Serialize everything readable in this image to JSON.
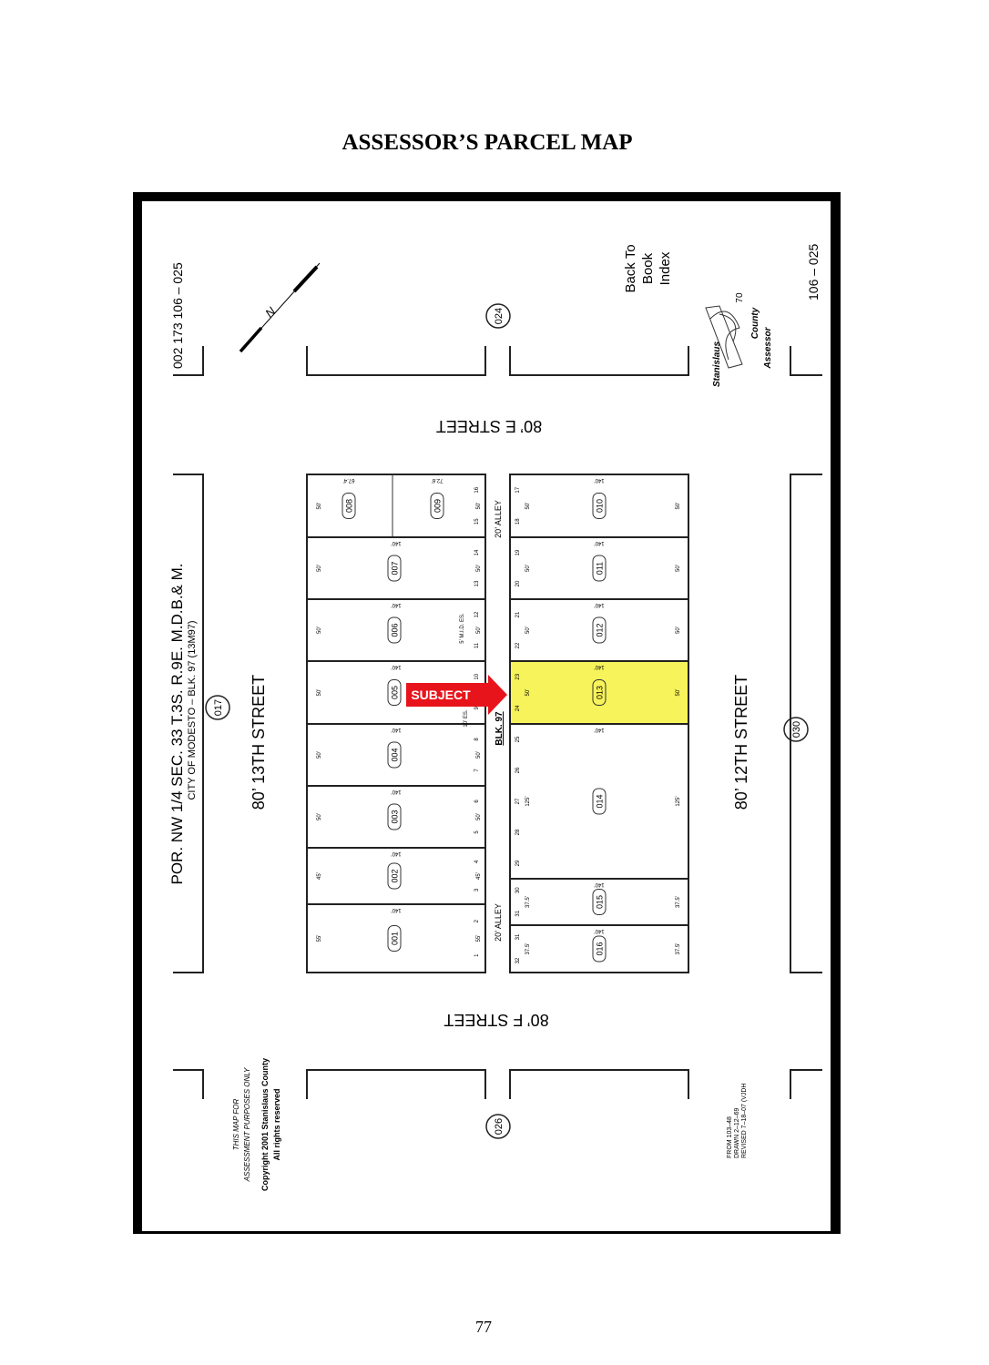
{
  "page": {
    "title": "ASSESSOR’S PARCEL MAP",
    "page_number": "77"
  },
  "map": {
    "book_page_left": "002 173    106  –  025",
    "book_page_right": "106  –  025",
    "legal_description": "POR.  NW 1/4  SEC.  33  T.3S.  R.9E.  M.D.B.& M.",
    "city_block": "CITY OF MODESTO  –  BLK. 97 (13M97)",
    "streets": {
      "north": "80’     13TH     STREET",
      "south": "80’     12TH     STREET",
      "east": "80’     E     STREET",
      "west": "80’     F     STREET"
    },
    "alley_top": "20’  ALLEY",
    "alley_bottom": "20’  ALLEY",
    "block_label": "BLK. 97",
    "easement_note_1": "5’ M.I.D. ES.",
    "easement_note_2": "10’ ES.",
    "adjacent_pages": {
      "top": "024",
      "left": "017",
      "right": "030",
      "bottom": "026"
    },
    "north_arrow_label": "N",
    "back_to_index": [
      "Back To",
      "Book",
      "Index"
    ],
    "logo": {
      "line1": "Stanislaus",
      "line2": "County",
      "line3": "Assessor",
      "year": "70"
    },
    "disclaimer": [
      "THIS MAP FOR",
      "ASSESSMENT PURPOSES ONLY",
      "Copyright 2001 Stanislaus County",
      "All rights reserved"
    ],
    "history": [
      "FROM 103–48",
      "DRAWN 2–12–69",
      "REVISED 7–18–07 (VJDH"
    ],
    "subject_label": "SUBJECT",
    "subject_color": "#e8141c",
    "highlight_color": "#f7f35a",
    "subject_parcel": "013",
    "parcels_left": [
      {
        "apn": "008",
        "depth": "67.4’",
        "frontage": "50’",
        "lots": [
          "16",
          "15"
        ]
      },
      {
        "apn": "009",
        "depth": "72.6’",
        "frontage": "50’",
        "lots": []
      },
      {
        "apn": "007",
        "depth": "140’",
        "frontage": "50’",
        "lots": [
          "14",
          "13"
        ]
      },
      {
        "apn": "006",
        "depth": "140’",
        "frontage": "50’",
        "lots": [
          "12",
          "11"
        ]
      },
      {
        "apn": "005",
        "depth": "140’",
        "frontage": "50’",
        "lots": [
          "10",
          "9"
        ]
      },
      {
        "apn": "004",
        "depth": "140’",
        "frontage": "50’",
        "lots": [
          "8",
          "7"
        ]
      },
      {
        "apn": "003",
        "depth": "140’",
        "frontage": "50’",
        "lots": [
          "6",
          "5"
        ]
      },
      {
        "apn": "002",
        "depth": "140’",
        "frontage": "45’",
        "lots": [
          "4",
          "3"
        ]
      },
      {
        "apn": "001",
        "depth": "140’",
        "frontage": "55’",
        "lots": [
          "2",
          "1"
        ]
      }
    ],
    "parcels_right": [
      {
        "apn": "010",
        "depth": "140’",
        "frontage": "50’",
        "lots": [
          "17",
          "18"
        ]
      },
      {
        "apn": "011",
        "depth": "140’",
        "frontage": "50’",
        "lots": [
          "19",
          "20"
        ]
      },
      {
        "apn": "012",
        "depth": "140’",
        "frontage": "50’",
        "lots": [
          "21",
          "22"
        ]
      },
      {
        "apn": "013",
        "depth": "140’",
        "frontage": "50’",
        "lots": [
          "23",
          "24"
        ]
      },
      {
        "apn": "014",
        "depth": "140’",
        "frontage": "125’",
        "lots": [
          "25",
          "26",
          "27",
          "28",
          "29"
        ]
      },
      {
        "apn": "015",
        "depth": "140’",
        "frontage": "37.5’",
        "lots": [
          "30",
          "31"
        ]
      },
      {
        "apn": "016",
        "depth": "140’",
        "frontage": "37.5’",
        "lots": [
          "31",
          "32"
        ]
      }
    ]
  }
}
